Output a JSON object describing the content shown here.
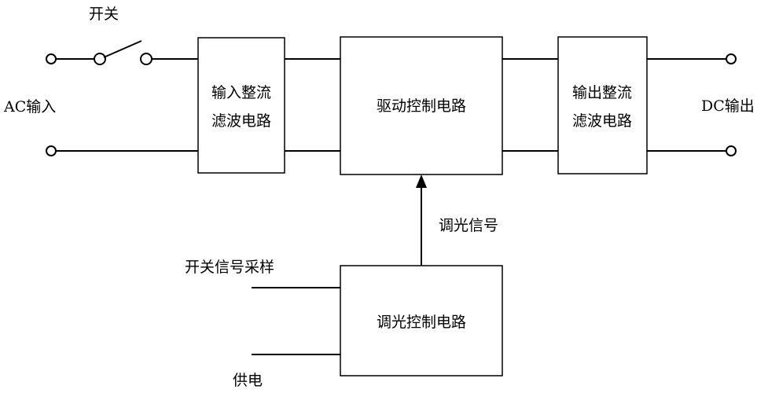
{
  "labels": {
    "switch": "开关",
    "ac_input": "AC输入",
    "dc_output": "DC输出",
    "dimming_signal": "调光信号",
    "switch_signal_sampling": "开关信号采样",
    "power_supply": "供电"
  },
  "blocks": {
    "input_filter": {
      "line1": "输入整流",
      "line2": "滤波电路"
    },
    "driver_control": {
      "label": "驱动控制电路"
    },
    "output_filter": {
      "line1": "输出整流",
      "line2": "滤波电路"
    },
    "dimming_control": {
      "label": "调光控制电路"
    }
  }
}
